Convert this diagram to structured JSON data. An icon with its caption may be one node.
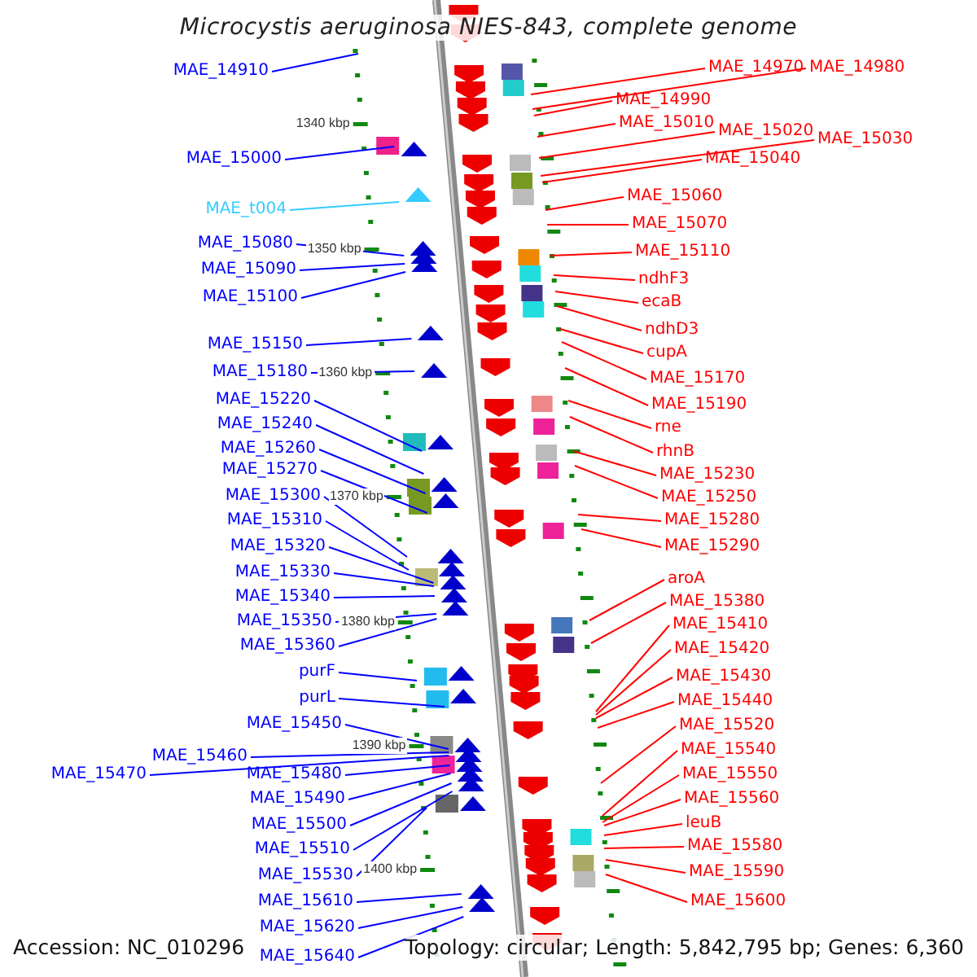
{
  "diagram": {
    "title": "Microcystis aeruginosa NIES-843, complete genome",
    "nodes": [
      {
        "text": [
          "MAE_14910"
        ]
      },
      {
        "text": [
          "MAE_15000"
        ]
      },
      {
        "text": [
          "MAE_t004"
        ]
      },
      {
        "text": [
          "MAE_15080"
        ]
      },
      {
        "text": [
          "MAE_15090"
        ]
      },
      {
        "text": [
          "MAE_15100"
        ]
      },
      {
        "text": [
          "MAE_15150"
        ]
      },
      {
        "text": [
          "MAE_15180"
        ]
      },
      {
        "text": [
          "MAE_15220"
        ]
      },
      {
        "text": [
          "MAE_15240"
        ]
      },
      {
        "text": [
          "MAE_15260"
        ]
      },
      {
        "text": [
          "MAE_15270"
        ]
      },
      {
        "text": [
          "MAE_15300"
        ]
      },
      {
        "text": [
          "MAE_15310"
        ]
      },
      {
        "text": [
          "MAE_15320"
        ]
      },
      {
        "text": [
          "MAE_15330"
        ]
      },
      {
        "text": [
          "MAE_15340"
        ]
      },
      {
        "text": [
          "MAE_15350"
        ]
      },
      {
        "text": [
          "MAE_15360"
        ]
      },
      {
        "text": [
          "purF"
        ]
      },
      {
        "text": [
          "purL"
        ]
      },
      {
        "text": [
          "MAE_15450"
        ]
      },
      {
        "text": [
          "MAE_15460"
        ]
      },
      {
        "text": [
          "MAE_15470"
        ]
      },
      {
        "text": [
          "MAE_15480"
        ]
      },
      {
        "text": [
          "MAE_15490"
        ]
      },
      {
        "text": [
          "MAE_15500"
        ]
      },
      {
        "text": [
          "MAE_15510"
        ]
      },
      {
        "text": [
          "MAE_15530"
        ]
      },
      {
        "text": [
          "MAE_15610"
        ]
      },
      {
        "text": [
          "MAE_15620"
        ]
      },
      {
        "text": [
          "MAE_15640"
        ]
      },
      {
        "text": [
          "MAE_14970"
        ]
      },
      {
        "text": [
          "MAE_14980"
        ]
      },
      {
        "text": [
          "MAE_14990"
        ]
      },
      {
        "text": [
          "MAE_15010"
        ]
      },
      {
        "text": [
          "MAE_15020"
        ]
      },
      {
        "text": [
          "MAE_15030"
        ]
      },
      {
        "text": [
          "MAE_15040"
        ]
      },
      {
        "text": [
          "MAE_15060"
        ]
      },
      {
        "text": [
          "MAE_15070"
        ]
      },
      {
        "text": [
          "MAE_15110"
        ]
      },
      {
        "text": [
          "ndhF3"
        ]
      },
      {
        "text": [
          "ecaB"
        ]
      },
      {
        "text": [
          "ndhD3"
        ]
      },
      {
        "text": [
          "cupA"
        ]
      },
      {
        "text": [
          "MAE_15170"
        ]
      },
      {
        "text": [
          "MAE_15190"
        ]
      },
      {
        "text": [
          "rne"
        ]
      },
      {
        "text": [
          "rhnB"
        ]
      },
      {
        "text": [
          "MAE_15230"
        ]
      },
      {
        "text": [
          "MAE_15250"
        ]
      },
      {
        "text": [
          "MAE_15280"
        ]
      },
      {
        "text": [
          "MAE_15290"
        ]
      },
      {
        "text": [
          "aroA"
        ]
      },
      {
        "text": [
          "MAE_15380"
        ]
      },
      {
        "text": [
          "MAE_15410"
        ]
      },
      {
        "text": [
          "MAE_15420"
        ]
      },
      {
        "text": [
          "MAE_15430"
        ]
      },
      {
        "text": [
          "MAE_15440"
        ]
      },
      {
        "text": [
          "MAE_15520"
        ]
      },
      {
        "text": [
          "MAE_15540"
        ]
      },
      {
        "text": [
          "MAE_15550"
        ]
      },
      {
        "text": [
          "MAE_15560"
        ]
      },
      {
        "text": [
          "leuB"
        ]
      },
      {
        "text": [
          "MAE_15580"
        ]
      },
      {
        "text": [
          "MAE_15590"
        ]
      },
      {
        "text": [
          "MAE_15600"
        ]
      }
    ],
    "edges": [
      {
        "from": 0,
        "to": null,
        "arrow": "none",
        "color": "#0000ff"
      },
      {
        "from": 1,
        "to": null,
        "arrow": "none",
        "color": "#0000ff"
      },
      {
        "from": 2,
        "to": null,
        "arrow": "none",
        "color": "#33ccff"
      },
      {
        "from": 3,
        "to": null,
        "arrow": "none",
        "color": "#0000ff"
      },
      {
        "from": 4,
        "to": null,
        "arrow": "none",
        "color": "#0000ff"
      },
      {
        "from": 5,
        "to": null,
        "arrow": "none",
        "color": "#0000ff"
      },
      {
        "from": 6,
        "to": null,
        "arrow": "none",
        "color": "#0000ff"
      },
      {
        "from": 7,
        "to": null,
        "arrow": "none",
        "color": "#0000ff"
      },
      {
        "from": 8,
        "to": null,
        "arrow": "none",
        "color": "#0000ff"
      },
      {
        "from": 9,
        "to": null,
        "arrow": "none",
        "color": "#0000ff"
      },
      {
        "from": 10,
        "to": null,
        "arrow": "none",
        "color": "#0000ff"
      },
      {
        "from": 11,
        "to": null,
        "arrow": "none",
        "color": "#0000ff"
      },
      {
        "from": 12,
        "to": null,
        "arrow": "none",
        "color": "#0000ff"
      },
      {
        "from": 13,
        "to": null,
        "arrow": "none",
        "color": "#0000ff"
      },
      {
        "from": 14,
        "to": null,
        "arrow": "none",
        "color": "#0000ff"
      },
      {
        "from": 15,
        "to": null,
        "arrow": "none",
        "color": "#0000ff"
      },
      {
        "from": 16,
        "to": null,
        "arrow": "none",
        "color": "#0000ff"
      },
      {
        "from": 17,
        "to": null,
        "arrow": "none",
        "color": "#0000ff"
      },
      {
        "from": 18,
        "to": null,
        "arrow": "none",
        "color": "#0000ff"
      },
      {
        "from": 19,
        "to": null,
        "arrow": "none",
        "color": "#0000ff"
      },
      {
        "from": 20,
        "to": null,
        "arrow": "none",
        "color": "#0000ff"
      },
      {
        "from": 21,
        "to": null,
        "arrow": "none",
        "color": "#0000ff"
      },
      {
        "from": 22,
        "to": null,
        "arrow": "none",
        "color": "#0000ff"
      },
      {
        "from": 23,
        "to": null,
        "arrow": "none",
        "color": "#0000ff"
      },
      {
        "from": 24,
        "to": null,
        "arrow": "none",
        "color": "#0000ff"
      },
      {
        "from": 25,
        "to": null,
        "arrow": "none",
        "color": "#0000ff"
      },
      {
        "from": 26,
        "to": null,
        "arrow": "none",
        "color": "#0000ff"
      },
      {
        "from": 27,
        "to": null,
        "arrow": "none",
        "color": "#0000ff"
      },
      {
        "from": 28,
        "to": null,
        "arrow": "none",
        "color": "#0000ff"
      },
      {
        "from": 29,
        "to": null,
        "arrow": "none",
        "color": "#0000ff"
      },
      {
        "from": 30,
        "to": null,
        "arrow": "none",
        "color": "#0000ff"
      },
      {
        "from": 31,
        "to": null,
        "arrow": "none",
        "color": "#0000ff"
      },
      {
        "from": 32,
        "to": null,
        "arrow": "none"
      },
      {
        "from": 33,
        "to": null,
        "arrow": "none"
      },
      {
        "from": 34,
        "to": null,
        "arrow": "none"
      },
      {
        "from": 35,
        "to": null,
        "arrow": "none"
      },
      {
        "from": 36,
        "to": null,
        "arrow": "none"
      },
      {
        "from": 37,
        "to": null,
        "arrow": "none"
      },
      {
        "from": 38,
        "to": null,
        "arrow": "none"
      },
      {
        "from": 39,
        "to": null,
        "arrow": "none"
      },
      {
        "from": 40,
        "to": null,
        "arrow": "none"
      },
      {
        "from": 41,
        "to": null,
        "arrow": "none"
      },
      {
        "from": 42,
        "to": null,
        "arrow": "none"
      },
      {
        "from": 43,
        "to": null,
        "arrow": "none"
      },
      {
        "from": 44,
        "to": null,
        "arrow": "none"
      },
      {
        "from": 45,
        "to": null,
        "arrow": "none"
      },
      {
        "from": 46,
        "to": null,
        "arrow": "none"
      },
      {
        "from": 47,
        "to": null,
        "arrow": "none"
      },
      {
        "from": 48,
        "to": null,
        "arrow": "none"
      },
      {
        "from": 49,
        "to": null,
        "arrow": "none"
      },
      {
        "from": 50,
        "to": null,
        "arrow": "none"
      },
      {
        "from": 51,
        "to": null,
        "arrow": "none"
      },
      {
        "from": 52,
        "to": null,
        "arrow": "none"
      },
      {
        "from": 53,
        "to": null,
        "arrow": "none"
      },
      {
        "from": 54,
        "to": null,
        "arrow": "none"
      },
      {
        "from": 55,
        "to": null,
        "arrow": "none"
      },
      {
        "from": 56,
        "to": null,
        "arrow": "none"
      },
      {
        "from": 57,
        "to": null,
        "arrow": "none"
      },
      {
        "from": 58,
        "to": null,
        "arrow": "none"
      },
      {
        "from": 59,
        "to": null,
        "arrow": "none"
      },
      {
        "from": 60,
        "to": null,
        "arrow": "none"
      },
      {
        "from": 61,
        "to": null,
        "arrow": "none"
      },
      {
        "from": 62,
        "to": null,
        "arrow": "none"
      },
      {
        "from": 63,
        "to": null,
        "arrow": "none"
      },
      {
        "from": 64,
        "to": null,
        "arrow": "none"
      },
      {
        "from": 65,
        "to": null,
        "arrow": "none"
      },
      {
        "from": 66,
        "to": null,
        "arrow": "none"
      },
      {
        "from": 67,
        "to": null,
        "arrow": "none"
      }
    ],
    "labels": [
      "1340 kbp",
      "1350 kbp",
      "1360 kbp",
      "1370 kbp",
      "1380 kbp",
      "1390 kbp",
      "1400 kbp",
      "Accession: NC_010296",
      "Topology: circular; Length: 5,842,795 bp; Genes: 6,360"
    ]
  }
}
